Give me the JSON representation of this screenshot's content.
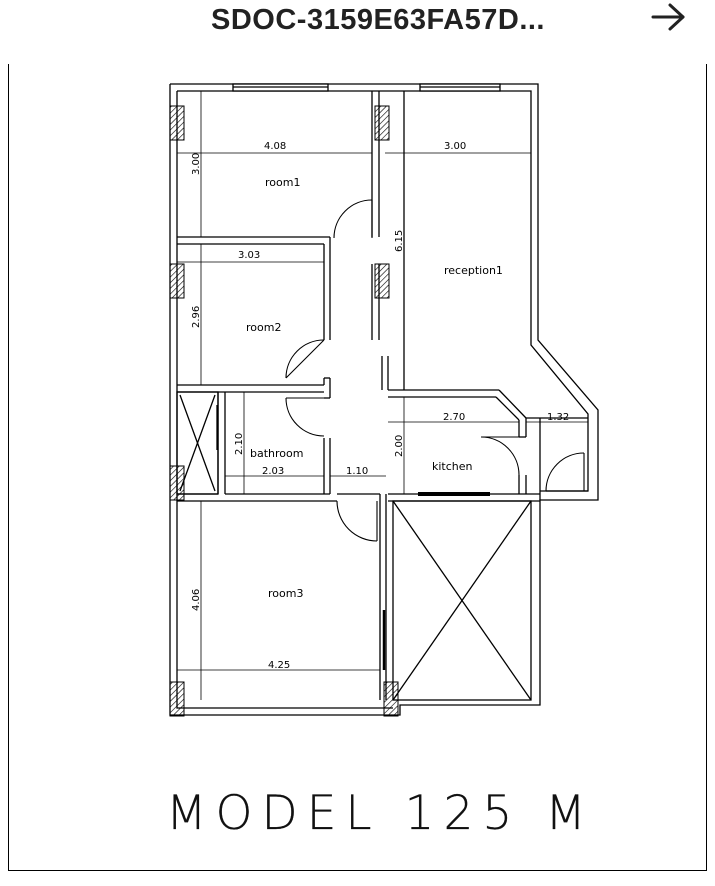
{
  "header": {
    "title": "SDOC-3159E63FA57D...",
    "next_icon": "arrow-right-icon"
  },
  "plan": {
    "rooms": {
      "room1": "room1",
      "room2": "room2",
      "room3": "room3",
      "reception": "reception1",
      "bathroom": "bathroom",
      "kitchen": "kitchen"
    },
    "dimensions": {
      "room1_width": "4.08",
      "room1_height": "3.00",
      "reception_width": "3.00",
      "reception_height": "6.15",
      "room2_width": "3.03",
      "room2_height": "2.96",
      "bathroom_height": "2.10",
      "bathroom_width": "2.03",
      "corridor_width": "1.10",
      "kitchen_width": "2.70",
      "kitchen_height": "2.00",
      "balcony_width": "1.32",
      "room3_height": "4.06",
      "room3_width": "4.25"
    },
    "caption": "MODEL 125 M"
  }
}
